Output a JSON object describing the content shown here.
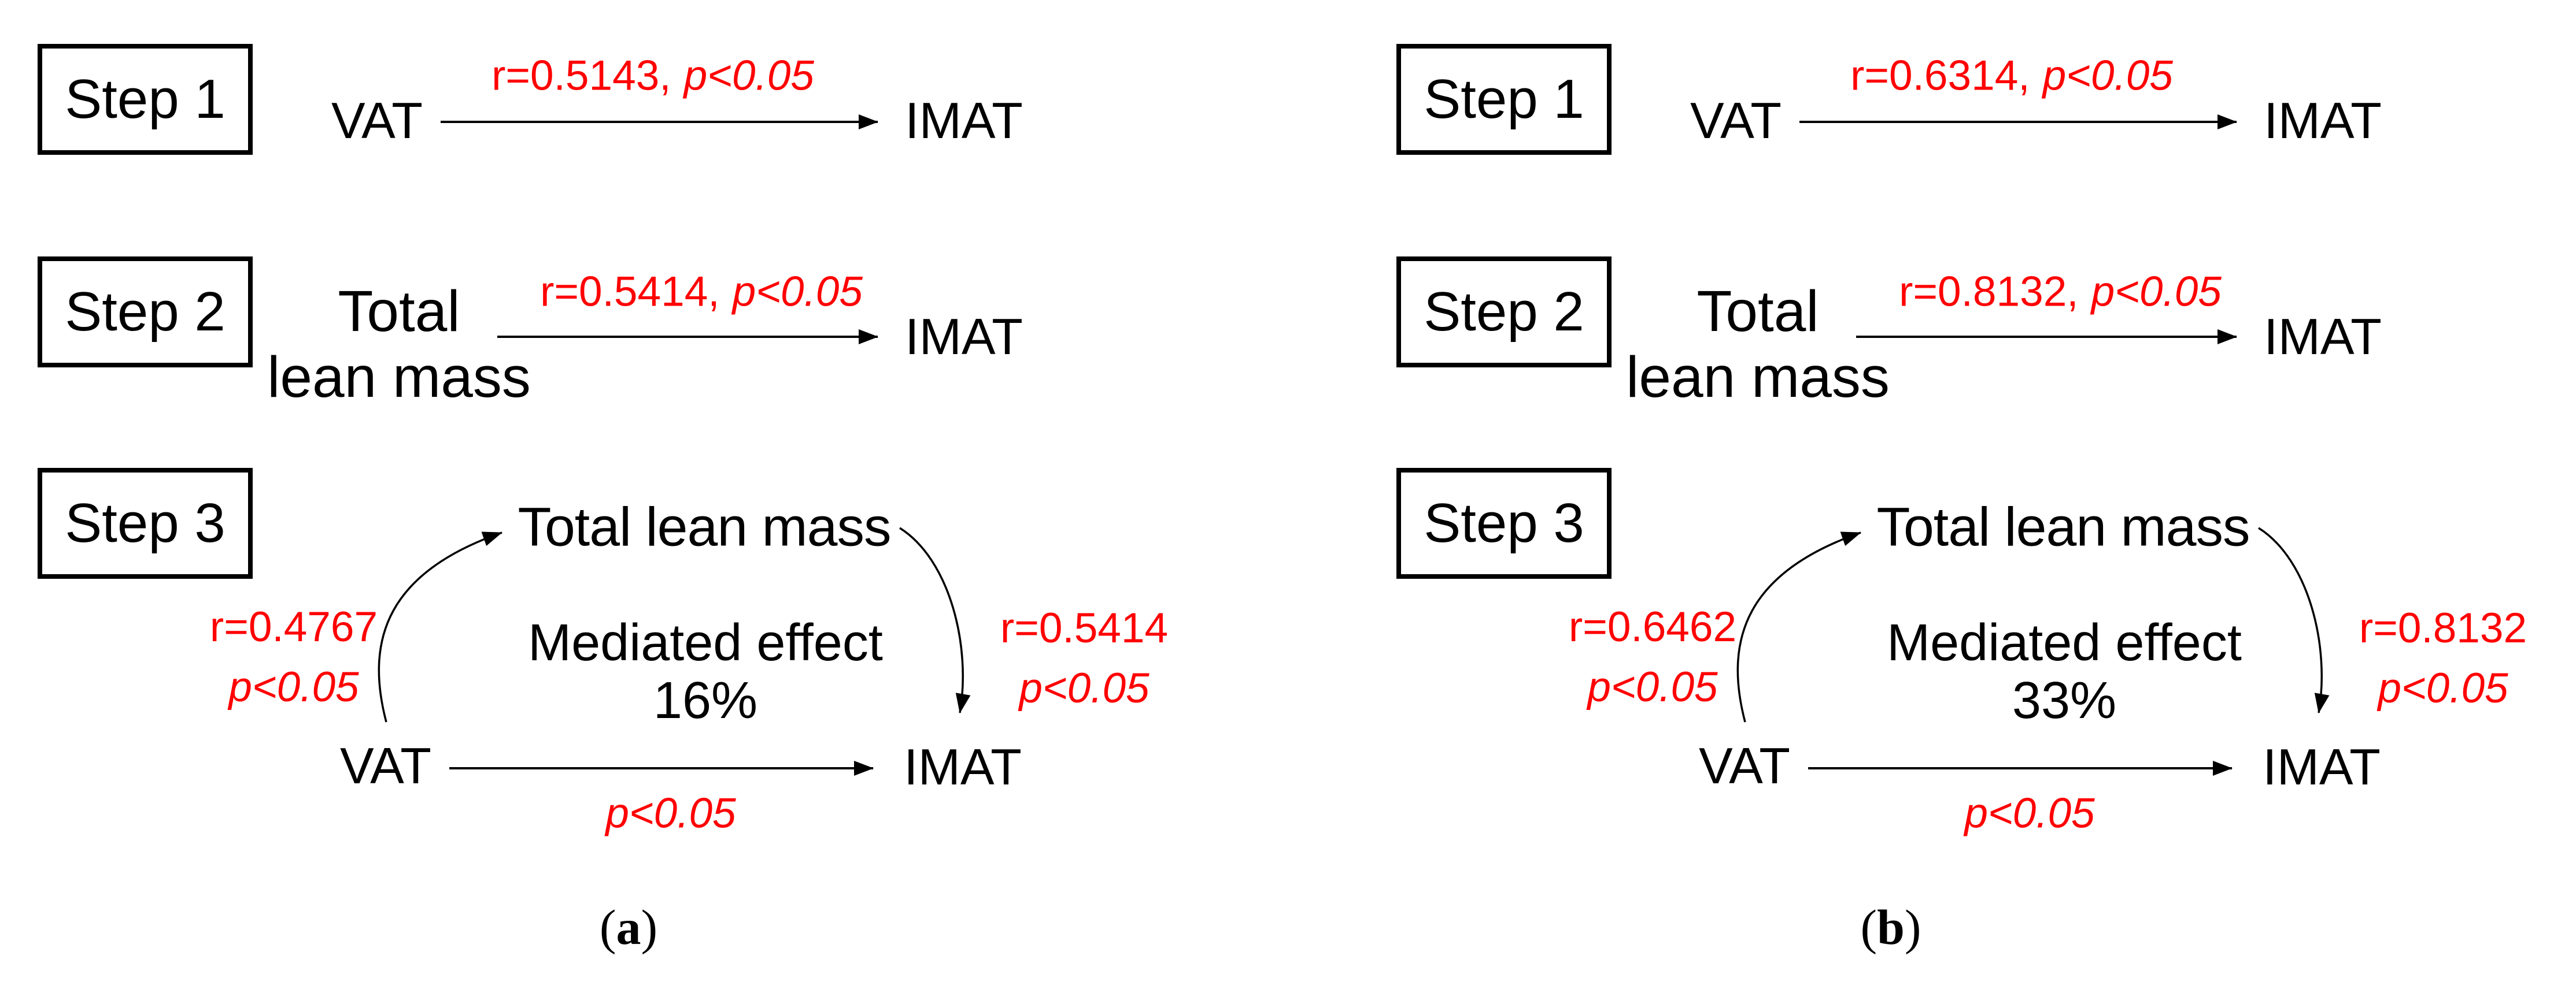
{
  "figure": {
    "type": "mediation-diagram",
    "background": "#ffffff",
    "accent_red": "#ff0000",
    "ink": "#000000",
    "panels": [
      {
        "caption": {
          "open": "(",
          "letter": "a",
          "close": ")"
        },
        "step1": {
          "box": "Step 1",
          "source": "VAT",
          "target": "IMAT",
          "r": "r=0.5143,",
          "p": "p<0.05"
        },
        "step2": {
          "box": "Step 2",
          "source_line1": "Total",
          "source_line2": "lean mass",
          "target": "IMAT",
          "r": "r=0.5414,",
          "p": "p<0.05"
        },
        "step3": {
          "box": "Step 3",
          "mediator": "Total lean mass",
          "source": "VAT",
          "target": "IMAT",
          "path_a": {
            "r": "r=0.4767",
            "p": "p<0.05"
          },
          "path_b": {
            "r": "r=0.5414",
            "p": "p<0.05"
          },
          "mediated_line1": "Mediated effect",
          "mediated_value": "16%",
          "direct_p": "p<0.05"
        }
      },
      {
        "caption": {
          "open": "(",
          "letter": "b",
          "close": ")"
        },
        "step1": {
          "box": "Step 1",
          "source": "VAT",
          "target": "IMAT",
          "r": "r=0.6314,",
          "p": "p<0.05"
        },
        "step2": {
          "box": "Step 2",
          "source_line1": "Total",
          "source_line2": "lean mass",
          "target": "IMAT",
          "r": "r=0.8132,",
          "p": "p<0.05"
        },
        "step3": {
          "box": "Step 3",
          "mediator": "Total lean mass",
          "source": "VAT",
          "target": "IMAT",
          "path_a": {
            "r": "r=0.6462",
            "p": "p<0.05"
          },
          "path_b": {
            "r": "r=0.8132",
            "p": "p<0.05"
          },
          "mediated_line1": "Mediated effect",
          "mediated_value": "33%",
          "direct_p": "p<0.05"
        }
      }
    ]
  }
}
